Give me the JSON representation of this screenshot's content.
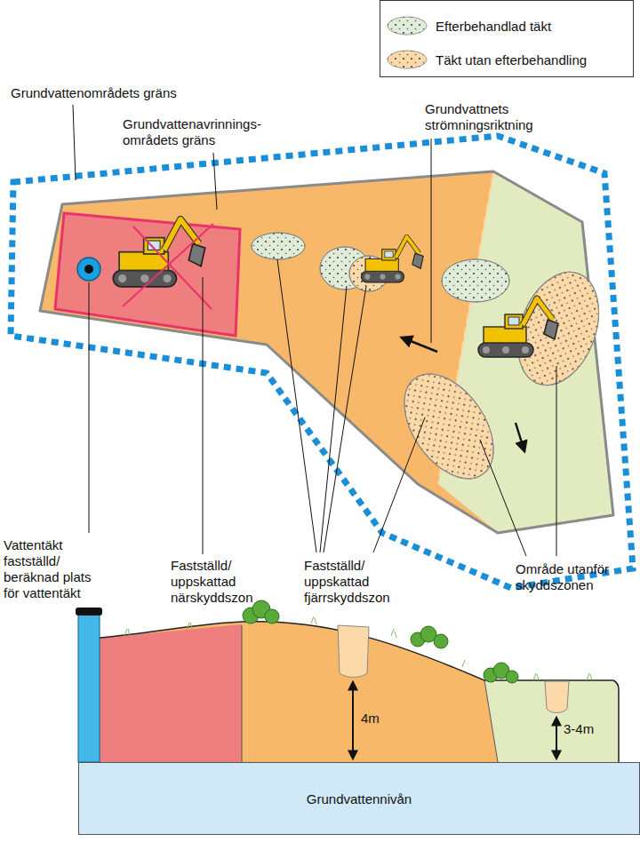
{
  "diagram": {
    "nodes": [
      {
        "text": [
          "Grundvattennivån"
        ]
      }
    ],
    "labels": [
      "Grundvattenområdets gräns",
      "Grundvattenavrinnings- områdets gräns",
      "Grundvattnets strömningsriktning",
      "Vattentäkt fastställd/ beräknad plats för vattentäkt",
      "Fastställd/ uppskattad närskyddszon",
      "Fastställd/ uppskattad fjärrskyddszon",
      "Område utanför skyddszonen",
      "4m",
      "3-4m"
    ],
    "legend": [
      {
        "text": "Efterbehandlad täkt",
        "color": "#dfecd8"
      },
      {
        "text": "Täkt utan efterbehandling",
        "color": "#fcd9a8"
      }
    ]
  }
}
